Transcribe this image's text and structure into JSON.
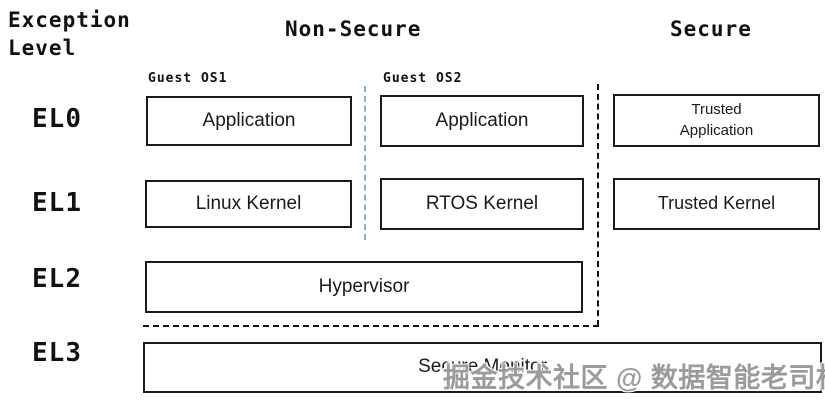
{
  "header": {
    "title_line1": "Exception",
    "title_line2": "Level",
    "non_secure": "Non-Secure",
    "secure": "Secure"
  },
  "columns": {
    "guest_os1": "Guest OS1",
    "guest_os2": "Guest OS2"
  },
  "levels": [
    "EL0",
    "EL1",
    "EL2",
    "EL3"
  ],
  "boxes": {
    "app1": "Application",
    "app2": "Application",
    "trusted_app_line1": "Trusted",
    "trusted_app_line2": "Application",
    "linux_kernel": "Linux Kernel",
    "rtos_kernel": "RTOS Kernel",
    "trusted_kernel": "Trusted Kernel",
    "hypervisor": "Hypervisor",
    "secure_monitor": "Secure Monitor"
  },
  "watermark": "掘金技术社区 @ 数据智能老司机",
  "colors": {
    "guest_divider_blue": "#7fb2d9",
    "world_divider_black": "#141414",
    "box_border": "#1a1a1a",
    "watermark_gray": "#9b9b9b"
  }
}
